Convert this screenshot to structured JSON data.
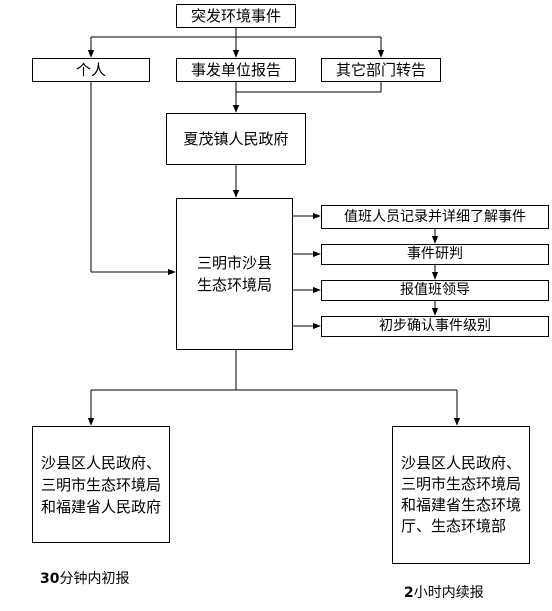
{
  "nodes": {
    "incident": "突发环境事件",
    "individual": "个人",
    "unit_report": "事发单位报告",
    "other_dept": "其它部门转告",
    "town_gov": "夏茂镇人民政府",
    "bureau": "三明市沙县生态环境局",
    "step_record": "值班人员记录并详细了解事件",
    "step_judge": "事件研判",
    "step_report_leader": "报值班领导",
    "step_level": "初步确认事件级别",
    "left_target": "沙县区人民政府、三明市生态环境局和福建省人民政府",
    "right_target": "沙县区人民政府、三明市生态环境局和福建省生态环境厅、生态环境部"
  },
  "captions": {
    "left_num": "30",
    "left_text": "分钟内初报",
    "right_num": "2",
    "right_text": "小时内续报"
  }
}
